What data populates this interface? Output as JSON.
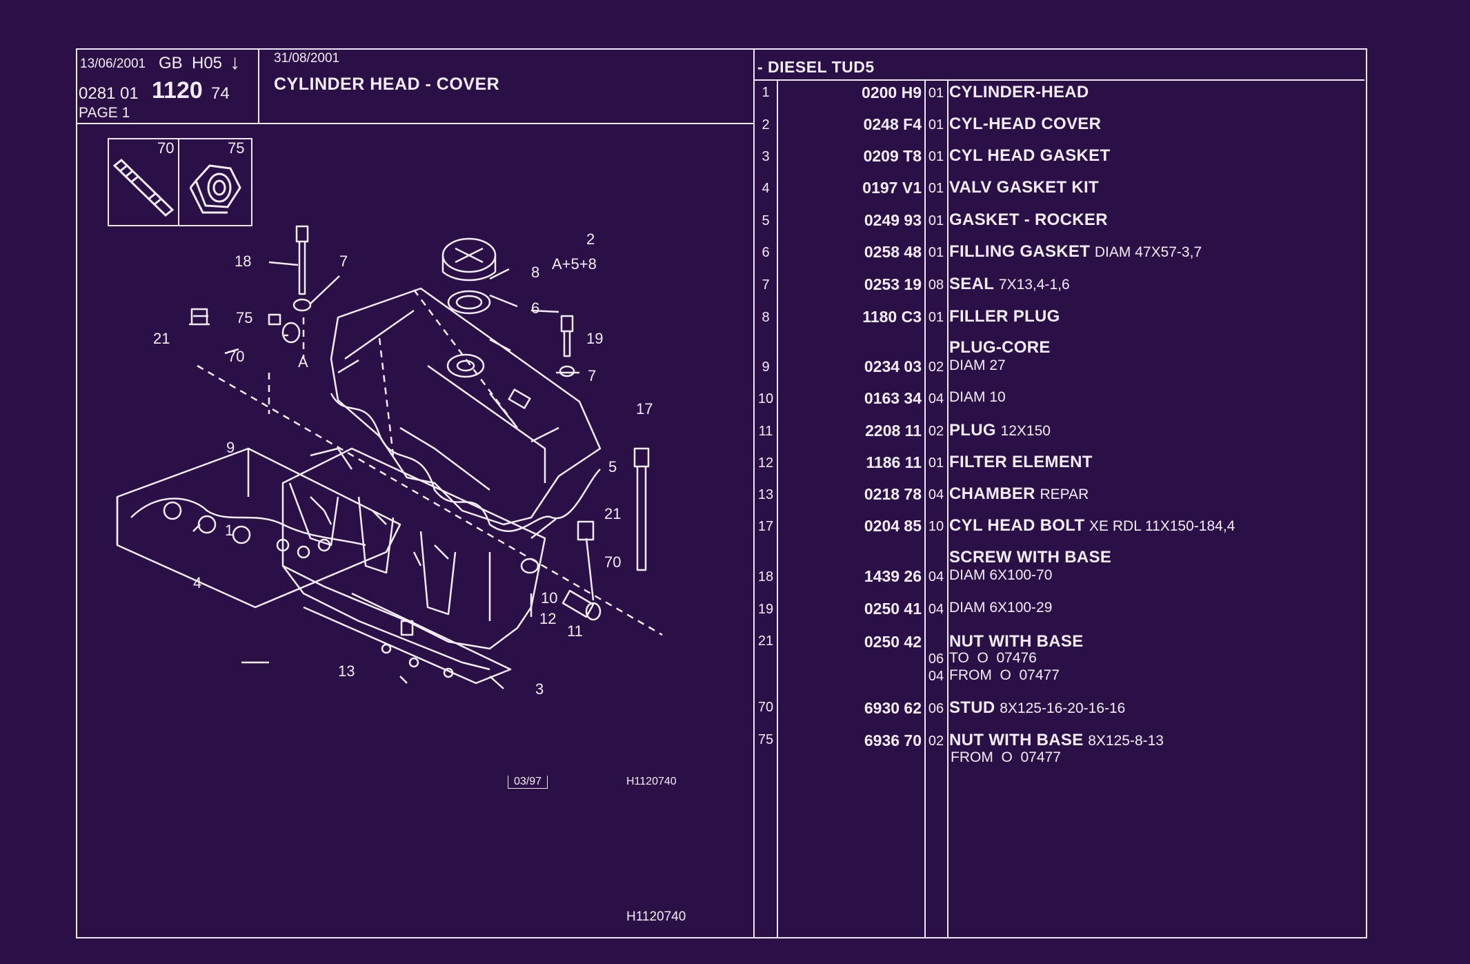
{
  "header": {
    "date1": "13/06/2001",
    "lang": "GB",
    "code": "H05",
    "arrow": "↓",
    "ref_prefix": "0281 01",
    "ref_main": "1120",
    "ref_suffix": "74",
    "page": "PAGE 1",
    "date2": "31/08/2001",
    "title": "CYLINDER HEAD - COVER",
    "engine": "- DIESEL TUD5"
  },
  "inset": {
    "left_label": "70",
    "right_label": "75"
  },
  "diagram": {
    "callouts": [
      "18",
      "7",
      "8",
      "6",
      "2",
      "A+5+8",
      "75",
      "21",
      "70",
      "A",
      "19",
      "7",
      "17",
      "9",
      "5",
      "21",
      "70",
      "1",
      "4",
      "10",
      "12",
      "11",
      "13",
      "3"
    ],
    "stamp": "03/97",
    "ref_top": "H1120740",
    "ref_bottom": "H1120740"
  },
  "parts": [
    {
      "num": "1",
      "ref": "0200 H9",
      "qty": "01",
      "name": "CYLINDER-HEAD",
      "spec": ""
    },
    {
      "num": "2",
      "ref": "0248 F4",
      "qty": "01",
      "name": "CYL-HEAD COVER",
      "spec": ""
    },
    {
      "num": "3",
      "ref": "0209 T8",
      "qty": "01",
      "name": "CYL HEAD GASKET",
      "spec": ""
    },
    {
      "num": "4",
      "ref": "0197 V1",
      "qty": "01",
      "name": "VALV GASKET KIT",
      "spec": ""
    },
    {
      "num": "5",
      "ref": "0249 93",
      "qty": "01",
      "name": "GASKET - ROCKER",
      "spec": ""
    },
    {
      "num": "6",
      "ref": "0258 48",
      "qty": "01",
      "name": "FILLING GASKET",
      "spec": "DIAM 47X57-3,7"
    },
    {
      "num": "7",
      "ref": "0253 19",
      "qty": "08",
      "name": "SEAL",
      "spec": "7X13,4-1,6"
    },
    {
      "num": "8",
      "ref": "1180 C3",
      "qty": "01",
      "name": "FILLER PLUG",
      "spec": ""
    },
    {
      "num": "9",
      "ref": "0234 03",
      "qty": "02",
      "heading": "PLUG-CORE",
      "name": "",
      "spec": "DIAM 27"
    },
    {
      "num": "10",
      "ref": "0163 34",
      "qty": "04",
      "name": "",
      "spec": "DIAM 10"
    },
    {
      "num": "11",
      "ref": "2208 11",
      "qty": "02",
      "name": "PLUG",
      "spec": "12X150"
    },
    {
      "num": "12",
      "ref": "1186 11",
      "qty": "01",
      "name": "FILTER ELEMENT",
      "spec": ""
    },
    {
      "num": "13",
      "ref": "0218 78",
      "qty": "04",
      "name": "CHAMBER",
      "spec": "REPAR"
    },
    {
      "num": "17",
      "ref": "0204 85",
      "qty": "10",
      "name": "CYL HEAD BOLT",
      "spec": "XE RDL 11X150-184,4"
    },
    {
      "num": "18",
      "ref": "1439 26",
      "qty": "04",
      "heading": "SCREW WITH BASE",
      "name": "",
      "spec": "DIAM 6X100-70"
    },
    {
      "num": "19",
      "ref": "0250 41",
      "qty": "04",
      "name": "",
      "spec": "DIAM 6X100-29"
    },
    {
      "num": "21",
      "ref": "0250 42",
      "qty": "",
      "name": "NUT WITH BASE",
      "spec": "",
      "sub": [
        {
          "qty": "06",
          "text": "TO  O  07476"
        },
        {
          "qty": "04",
          "text": "FROM  O  07477"
        }
      ]
    },
    {
      "num": "70",
      "ref": "6930 62",
      "qty": "06",
      "name": "STUD",
      "spec": "8X125-16-20-16-16"
    },
    {
      "num": "75",
      "ref": "6936 70",
      "qty": "02",
      "name": "NUT WITH BASE",
      "spec": "8X125-8-13",
      "sub": [
        {
          "qty": "",
          "text": "FROM  O  07477"
        }
      ]
    }
  ]
}
